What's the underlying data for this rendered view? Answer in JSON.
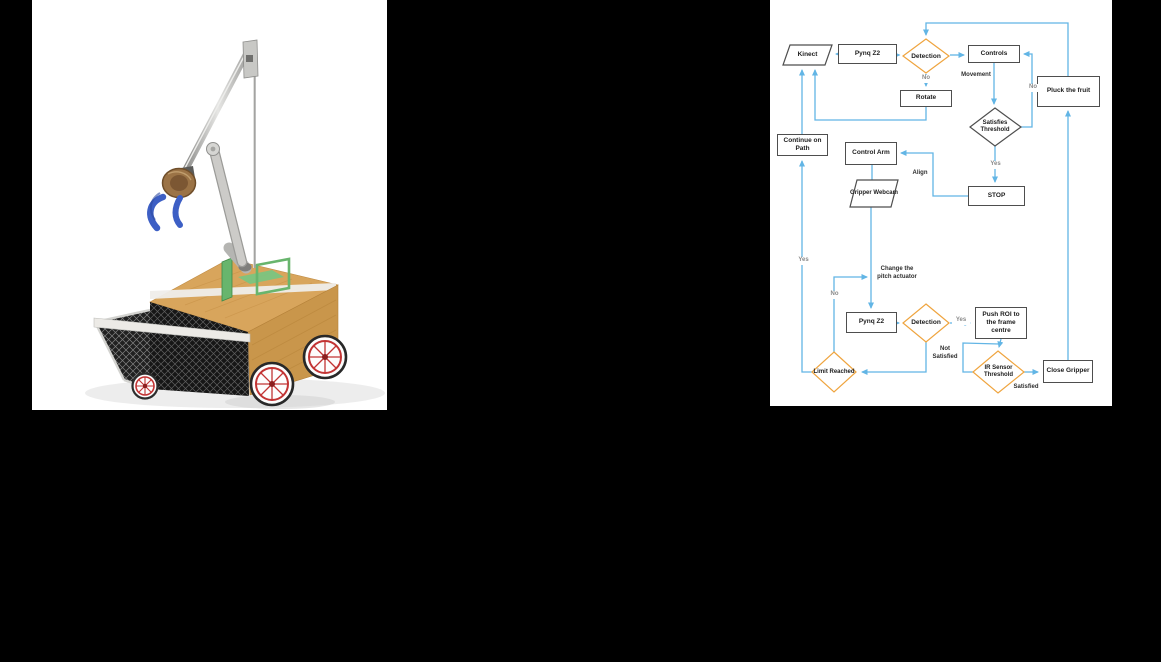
{
  "scene": {
    "background": "#000000",
    "panel_background": "#ffffff"
  },
  "flowchart": {
    "colors": {
      "line_color": "#62b5e5",
      "diamond_accent": "#efa43e",
      "shape_dark": "#4e4e4e",
      "label_dark": "#2e2e2e",
      "label_gray": "#8a8a8a"
    },
    "nodes": {
      "kinect": "Kinect",
      "pynq_top": "Pynq Z2",
      "detection_top": "Detection",
      "controls": "Controls",
      "rotate": "Rotate",
      "continue_path": "Continue on Path",
      "satisfies_threshold": "Satisfies Threshold",
      "pluck_fruit": "Pluck the fruit",
      "stop": "STOP",
      "control_arm": "Control Arm",
      "gripper_webcam": "Gripper Webcam",
      "pynq_bottom": "Pynq Z2",
      "detection_bottom": "Detection",
      "push_roi": "Push ROI to the frame centre",
      "ir_threshold": "IR Sensor Threshold",
      "close_gripper": "Close Gripper",
      "limit_reached": "Limit Reached"
    },
    "edge_labels": {
      "no_detection_top": "No",
      "movement": "Movement",
      "no_satisfies": "No",
      "yes_satisfies": "Yes",
      "align": "Align",
      "yes_limit": "Yes",
      "no_limit": "No",
      "change_pitch": "Change the\npitch actuator",
      "yes_detection_bottom": "Yes",
      "not_satisfied": "Not\nSatisfied",
      "satisfied": "Satisfied"
    }
  }
}
